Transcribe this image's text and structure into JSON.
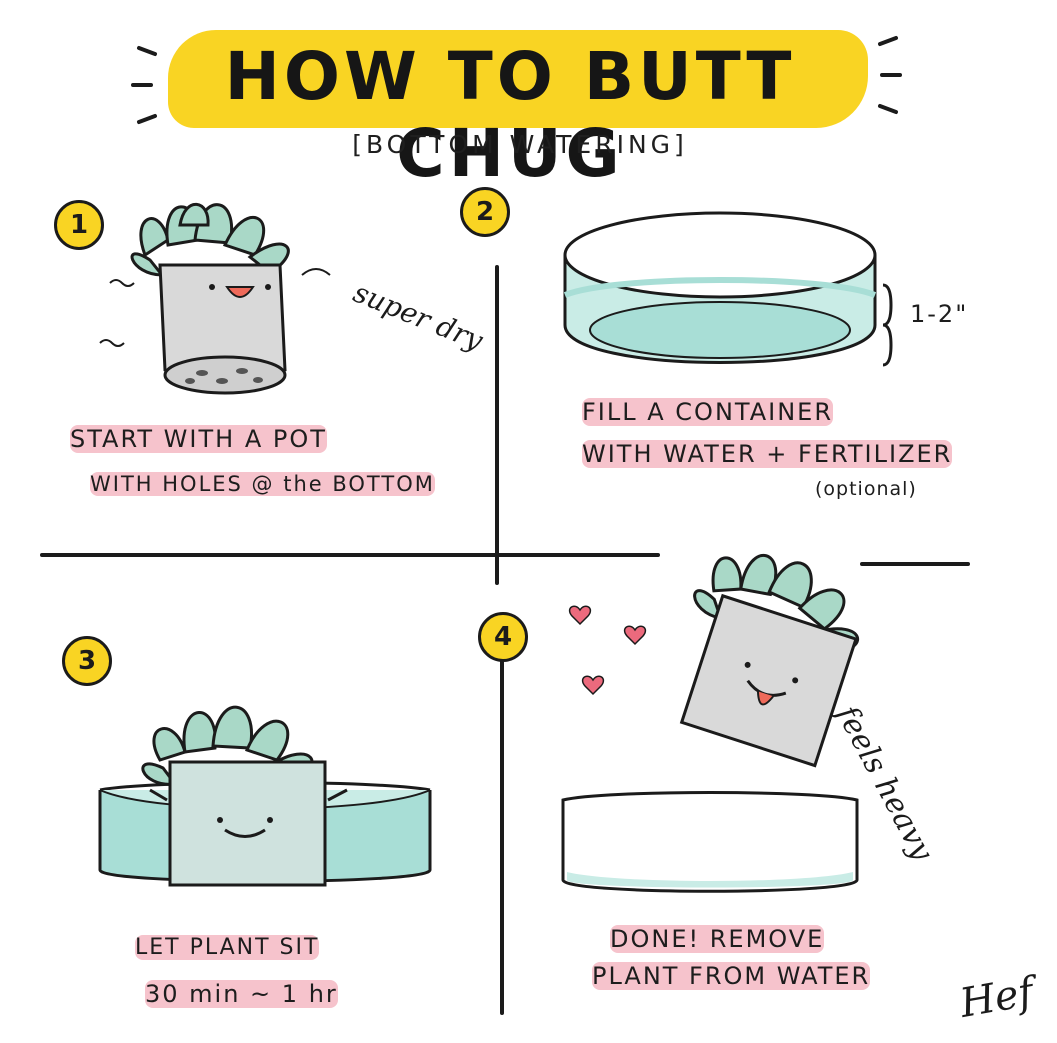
{
  "title": "HOW TO BUTT CHUG",
  "subtitle": "[BOTTOM WATERING]",
  "steps": [
    {
      "number": "1",
      "line1": "START WITH A POT",
      "line2": "WITH HOLES @ the BOTTOM",
      "note": "super dry"
    },
    {
      "number": "2",
      "line1": "FILL A CONTAINER",
      "line2": "WITH WATER + FERTILIZER",
      "note": "(optional)",
      "measure": "1-2\""
    },
    {
      "number": "3",
      "line1": "LET PLANT SIT",
      "line2": "30 min ~ 1 hr"
    },
    {
      "number": "4",
      "line1": "DONE! REMOVE",
      "line2": "PLANT FROM WATER",
      "note": "feels heavy"
    }
  ],
  "signature": "Hef",
  "colors": {
    "highlight_yellow": "#f9d423",
    "highlight_pink": "#f6c3cc",
    "water": "#a8ded6",
    "leaf": "#a9d8c7",
    "pot": "#d9d9d9",
    "heart": "#ec6a7d"
  }
}
